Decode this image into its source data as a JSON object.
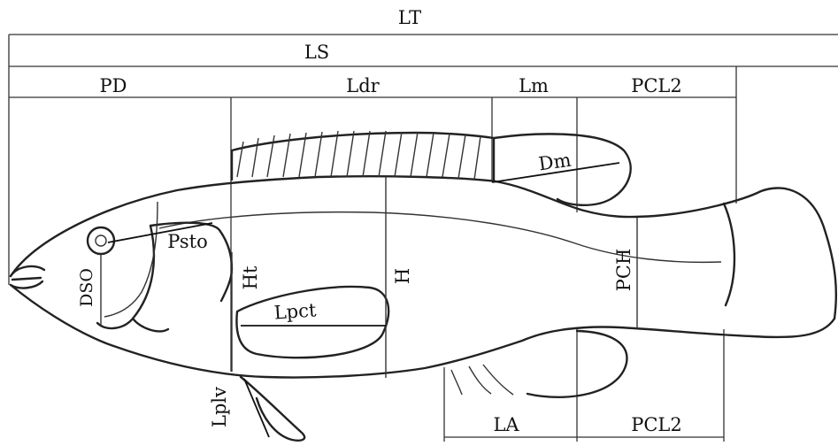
{
  "diagram": {
    "labels": {
      "lt": "LT",
      "ls": "LS",
      "pd": "PD",
      "ldr": "Ldr",
      "lm": "Lm",
      "pcl2_top": "PCL2",
      "dm": "Dm",
      "psto": "Psto",
      "dso": "DSO",
      "ht": "Ht",
      "h": "H",
      "lpct": "Lpct",
      "pch": "PCH",
      "lplv": "Lplv",
      "la": "LA",
      "pcl2_bottom": "PCL2"
    },
    "colors": {
      "line": "#222222",
      "background": "#ffffff"
    }
  }
}
